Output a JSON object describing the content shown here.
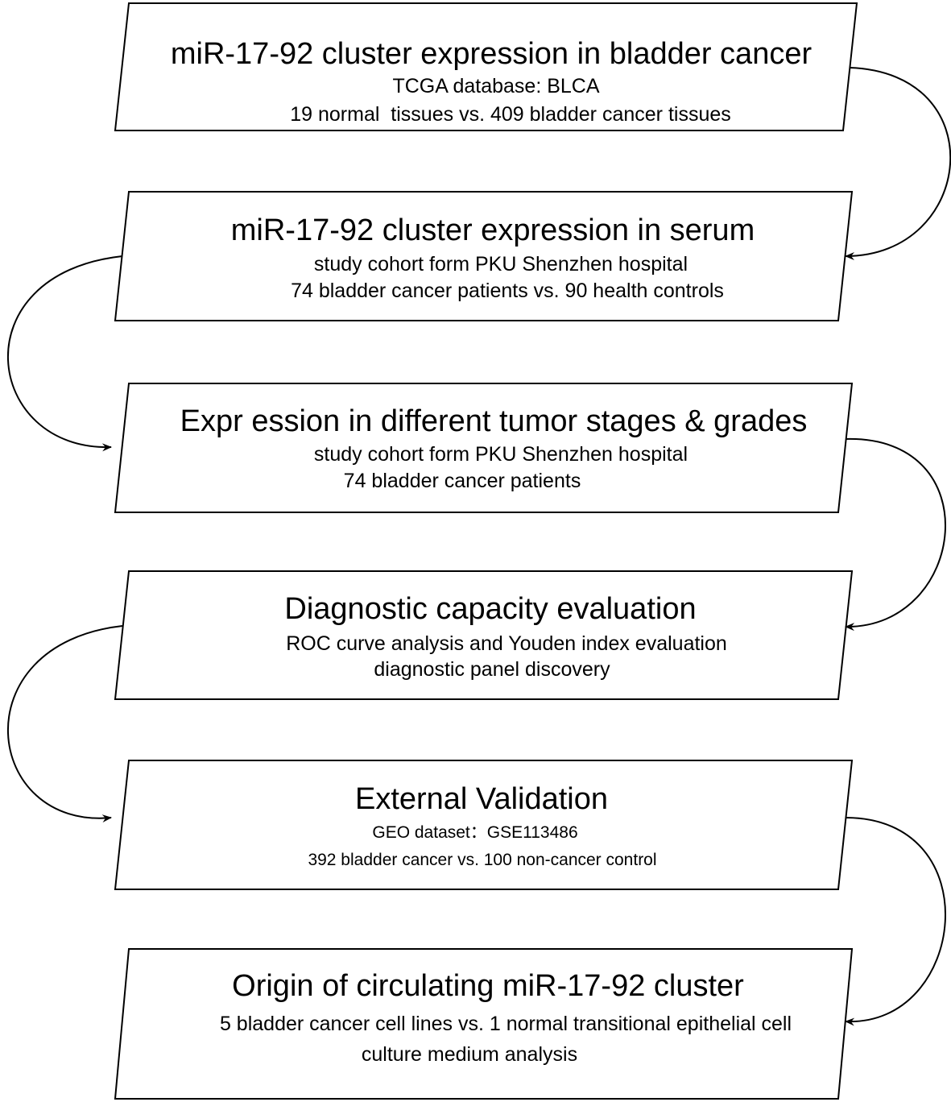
{
  "steps": [
    {
      "title": "miR-17-92 cluster expression in bladder cancer",
      "line1": "TCGA database: BLCA",
      "line2": "19 normal  tissues vs. 409 bladder cancer tissues"
    },
    {
      "title": "miR-17-92 cluster expression in serum",
      "line1": "study cohort form PKU Shenzhen hospital",
      "line2": "74 bladder cancer patients vs. 90 health controls"
    },
    {
      "title": "Expr ession in different tumor stages & grades",
      "line1": "study cohort form PKU Shenzhen hospital",
      "line2": "74 bladder cancer patients"
    },
    {
      "title": "Diagnostic capacity evaluation",
      "line1": "ROC curve analysis and Youden index evaluation",
      "line2": "diagnostic panel discovery"
    },
    {
      "title": "External Validation",
      "line1": "GEO dataset：GSE113486",
      "line2": "392 bladder cancer vs. 100 non-cancer control"
    },
    {
      "title": "Origin of circulating miR-17-92 cluster",
      "line1": "5 bladder cancer cell lines vs. 1 normal transitional epithelial cell",
      "line2": "culture medium analysis"
    }
  ],
  "colors": {
    "stroke": "#000000",
    "fill": "#ffffff",
    "text": "#000000"
  }
}
